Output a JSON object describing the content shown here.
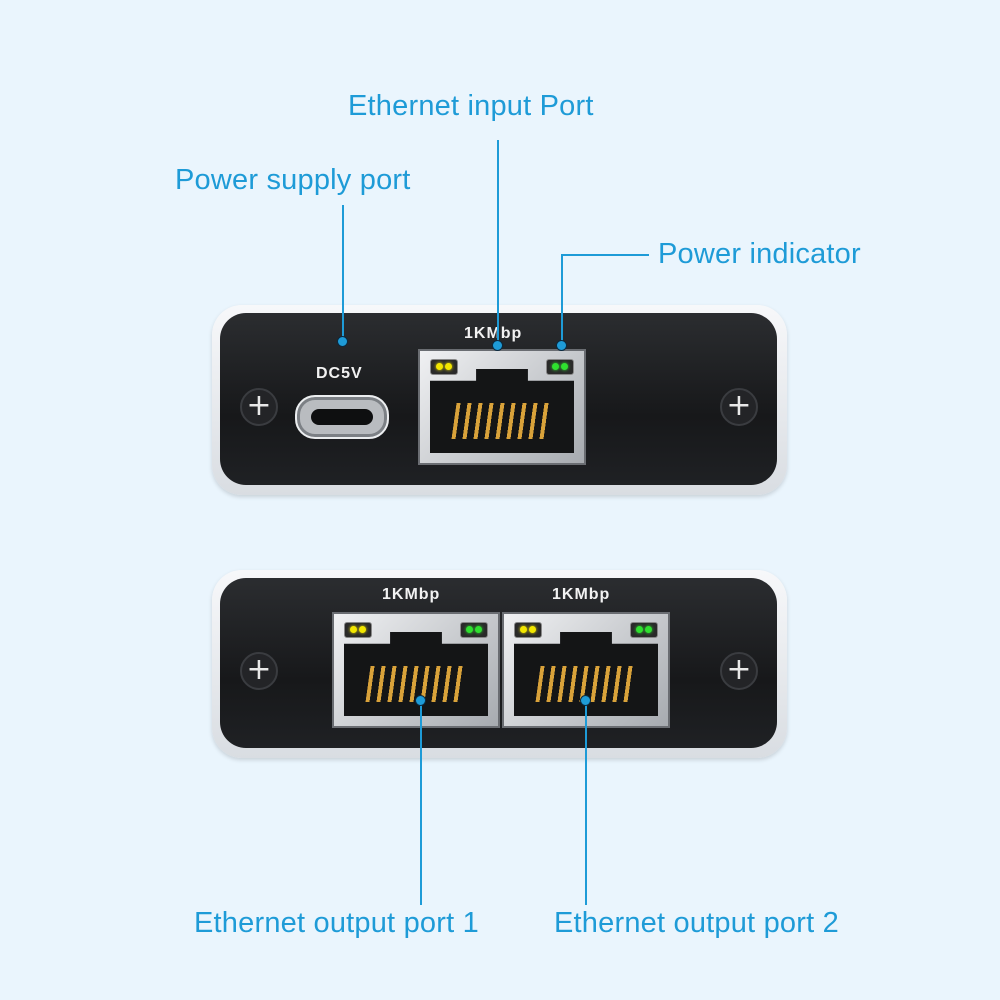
{
  "labels": {
    "ethernet_input": "Ethernet input Port",
    "power_supply": "Power supply port",
    "power_indicator": "Power indicator",
    "output_1": "Ethernet output port 1",
    "output_2": "Ethernet output port 2"
  },
  "device_top": {
    "power_port_text": "DC5V",
    "input_port_speed": "1KMbp"
  },
  "device_bottom": {
    "port1_speed": "1KMbp",
    "port2_speed": "1KMbp"
  },
  "icons": {
    "screw": "+",
    "led_left_color": "#f2e600",
    "led_right_color": "#2fe02f",
    "callout_color": "#1e9bd7"
  }
}
